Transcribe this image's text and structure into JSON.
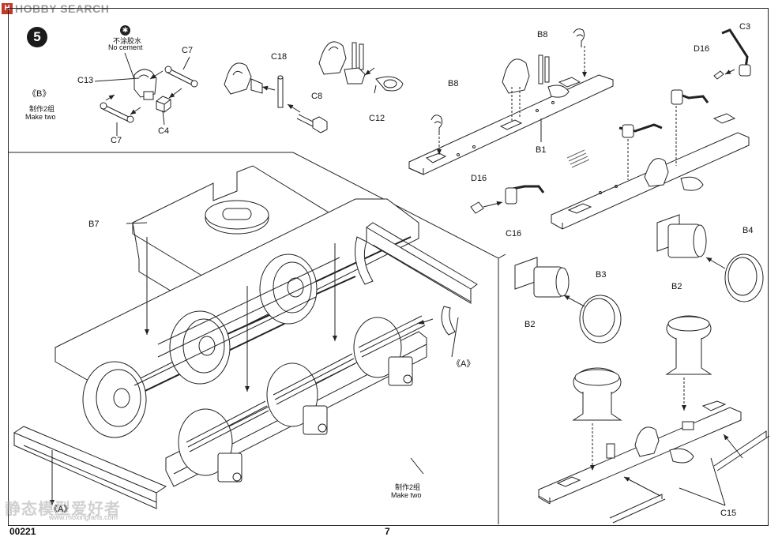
{
  "header": {
    "logo_text": "HOBBY SEARCH",
    "logo_mark": "H"
  },
  "step": {
    "number": "5"
  },
  "sub_assembly_b": {
    "ref": "《B》",
    "make_two_cn": "制作2组",
    "make_two_en": "Make two",
    "no_cement_cn": "不涂胶水",
    "no_cement_en": "No cement"
  },
  "parts": {
    "c7_top": "C7",
    "c13": "C13",
    "c4": "C4",
    "c7_bottom": "C7",
    "c18": "C18",
    "c8": "C8",
    "c12": "C12",
    "b8_top": "B8",
    "b8_left": "B8",
    "b1": "B1",
    "c3": "C3",
    "d16_right": "D16",
    "d16_mid": "D16",
    "c16": "C16",
    "b7": "B7",
    "b3": "B3",
    "b2_left": "B2",
    "b4": "B4",
    "b2_right": "B2",
    "c15": "C15"
  },
  "main_assembly": {
    "ref_a": "《A》",
    "ref_a_bottom": "《A》",
    "make_two_cn": "制作2组",
    "make_two_en": "Make two"
  },
  "footer": {
    "code": "00221",
    "page": "7",
    "watermark_url": "www.moxingfans.com",
    "watermark_cn": "静态模型爱好者"
  }
}
